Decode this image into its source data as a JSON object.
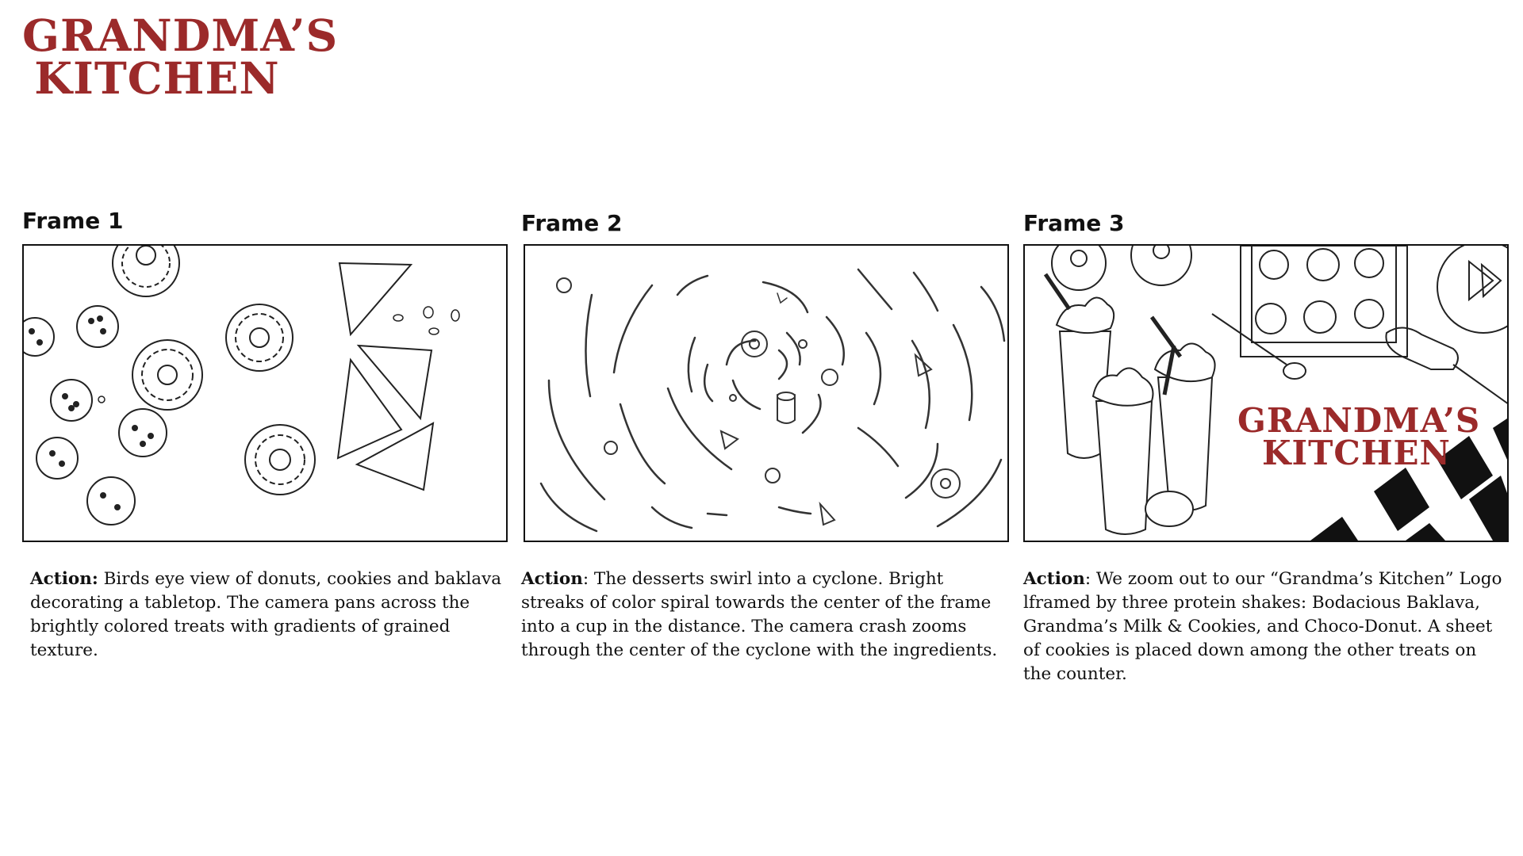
{
  "brand": {
    "line1": "GRANDMA’S",
    "line2": "KITCHEN",
    "color": "#9b2a2a"
  },
  "frames": [
    {
      "label": "Frame 1",
      "action_label": "Action:",
      "action_text": " Birds eye view of donuts, cookies and baklava decorating a tabletop. The camera pans across the brightly colored treats with gradients of grained texture."
    },
    {
      "label": "Frame 2",
      "action_label": "Action",
      "action_text": ": The desserts swirl into a cyclone. Bright streaks of color spiral towards the center of the frame into a cup in the distance. The camera crash zooms through the center of the cyclone with the ingredients."
    },
    {
      "label": "Frame 3",
      "action_label": "Action",
      "action_text": ": We zoom out to  our “Grandma’s Kitchen” Logo lframed by three protein shakes: Bodacious Baklava, Grandma’s Milk & Cookies, and Choco-Donut. A sheet of cookies is placed down among the other treats on the counter."
    }
  ]
}
